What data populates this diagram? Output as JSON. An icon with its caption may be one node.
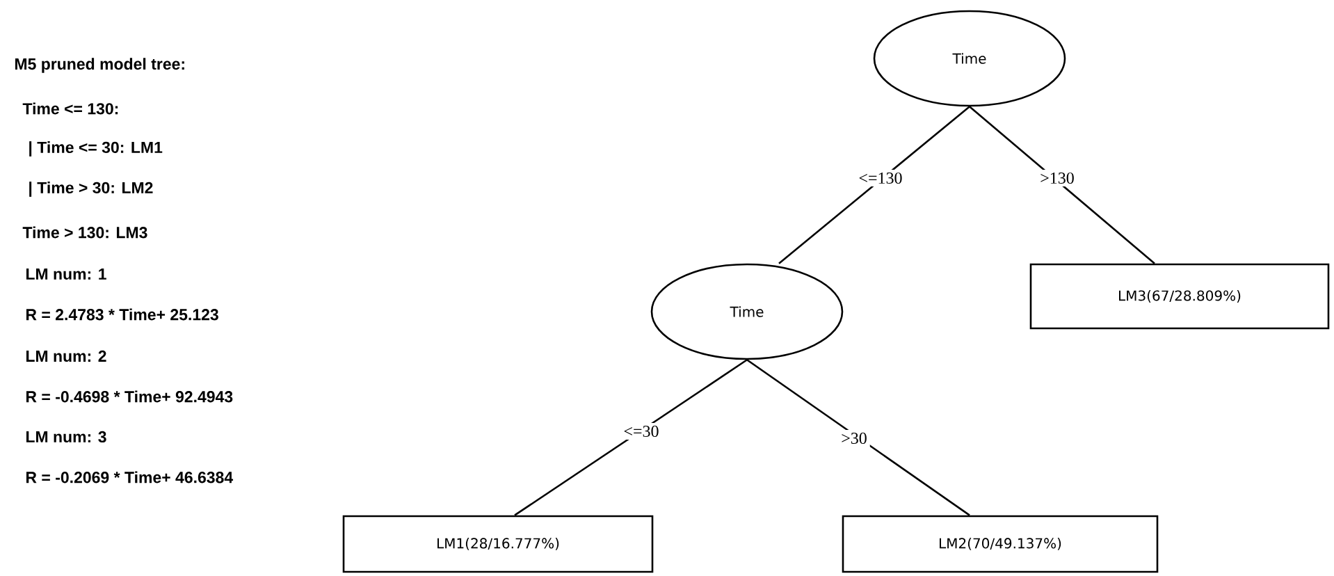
{
  "diagram": {
    "title": "M5 pruned model tree:",
    "nodes": [
      {
        "text": [
          "Time"
        ]
      },
      {
        "text": [
          "Time"
        ]
      },
      {
        "text": [
          "LM3(67/28.809%)"
        ]
      },
      {
        "text": [
          "LM1(28/16.777%)"
        ]
      },
      {
        "text": [
          "LM2(70/49.137%)"
        ]
      }
    ],
    "edges": [
      {
        "from": 0,
        "to": 1,
        "arrow": "none",
        "label": "<=130"
      },
      {
        "from": 0,
        "to": 2,
        "arrow": "none",
        "label": ">130"
      },
      {
        "from": 1,
        "to": 3,
        "arrow": "none",
        "label": "<=30"
      },
      {
        "from": 1,
        "to": 4,
        "arrow": "none",
        "label": ">30"
      }
    ],
    "labels": [
      "Time <= 130:",
      "| Time <= 30: LM1",
      "| Time > 30: LM2",
      "Time > 130: LM3",
      "LM num: 1",
      "R = 2.4783 * Time+ 25.123",
      "LM num: 2",
      "R = -0.4698 * Time+ 92.4943",
      "LM num: 3",
      "R = -0.2069 * Time+ 46.6384"
    ]
  }
}
